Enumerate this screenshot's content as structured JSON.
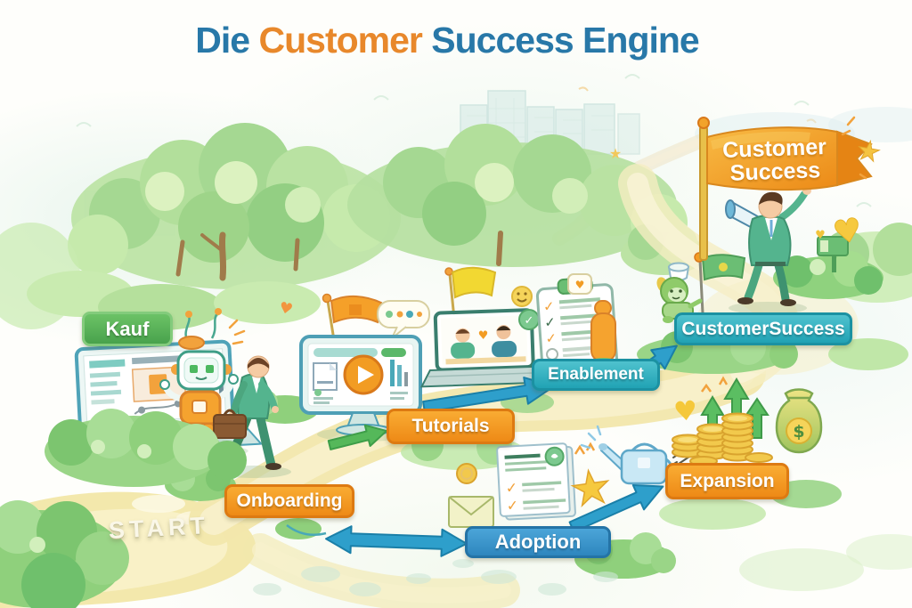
{
  "title": {
    "prefix": "Die",
    "highlight": "Customer",
    "suffix": "Success Engine"
  },
  "journey": {
    "start_label": "START",
    "stages": [
      {
        "id": "kauf",
        "label": "Kauf",
        "color": "#4ca64e"
      },
      {
        "id": "onboarding",
        "label": "Onboarding",
        "color": "#f39a1e"
      },
      {
        "id": "tutorials",
        "label": "Tutorials",
        "color": "#f39a1e"
      },
      {
        "id": "adoption",
        "label": "Adoption",
        "color": "#3391c4"
      },
      {
        "id": "enablement",
        "label": "Enablement",
        "color": "#2baab9"
      },
      {
        "id": "expansion",
        "label": "Expansion",
        "color": "#f39a1e"
      },
      {
        "id": "customer_success",
        "label": "CustomerSuccess",
        "color": "#2baab9"
      }
    ],
    "goal_flag": {
      "line1": "Customer",
      "line2": "Success"
    }
  },
  "icons": {
    "star": "★",
    "heart": "♥",
    "check": "✓",
    "dollar": "$",
    "sparkle": "✦"
  },
  "colors": {
    "title_blue": "#2878a8",
    "title_orange": "#e8882b",
    "arrow_blue": "#2e9fcb",
    "arrow_green": "#55b85a",
    "path_yellow": "#f2e7ac",
    "flag_orange": "#f2991f",
    "tree_green": "#b5e0a0"
  }
}
